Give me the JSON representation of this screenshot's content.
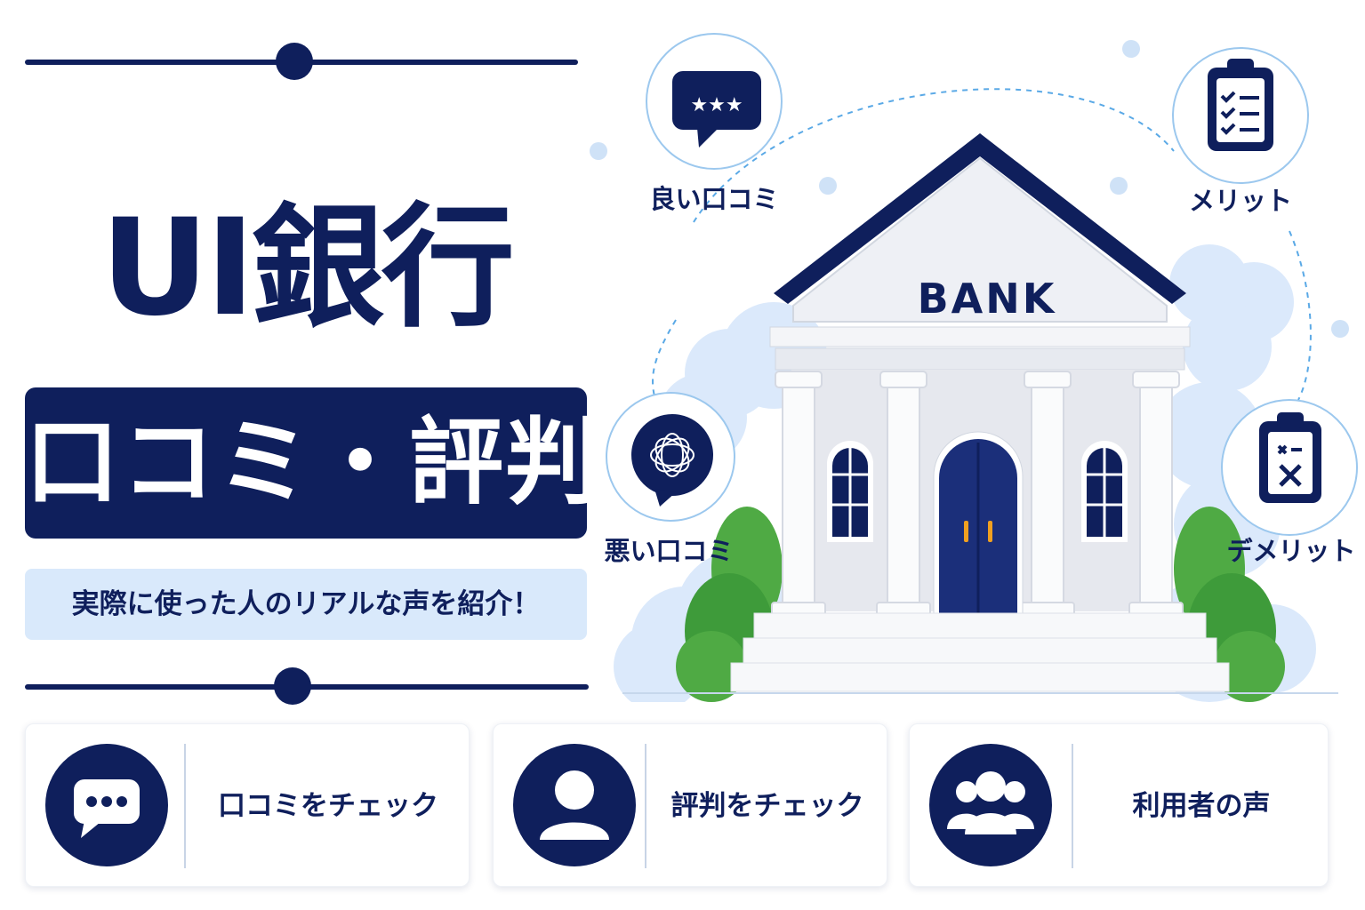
{
  "hero": {
    "title": "UI銀行",
    "subtitle": "口コミ・評判",
    "tagline": "実際に使った人のリアルな声を紹介！"
  },
  "illustration": {
    "bank_sign": "BANK",
    "badges": [
      {
        "label": "良い口コミ",
        "icon": "star-speech-bubble-icon"
      },
      {
        "label": "メリット",
        "icon": "checklist-clipboard-icon"
      },
      {
        "label": "悪い口コミ",
        "icon": "tangle-speech-bubble-icon"
      },
      {
        "label": "デメリット",
        "icon": "cross-clipboard-icon"
      }
    ]
  },
  "cards": [
    {
      "label": "口コミをチェック",
      "icon": "chat-bubble-icon"
    },
    {
      "label": "評判をチェック",
      "icon": "user-icon"
    },
    {
      "label": "利用者の声",
      "icon": "group-icon"
    }
  ],
  "colors": {
    "navy": "#0f1f5c",
    "light_blue": "#d9e9fb",
    "sky_accent": "#5aa9e6",
    "tree_green": "#3e9b3a",
    "door_handle": "#f0a020"
  }
}
